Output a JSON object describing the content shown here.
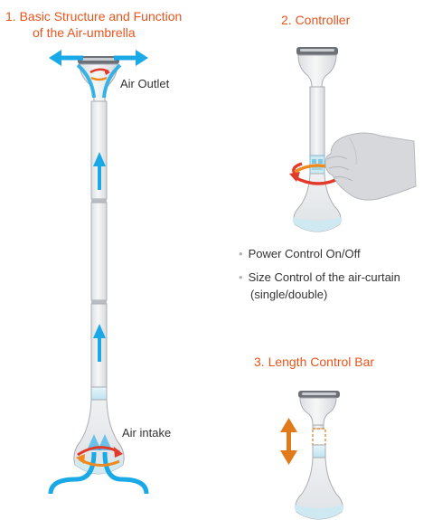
{
  "section1": {
    "title_line1": "1. Basic Structure and Function",
    "title_line2": "of the Air-umbrella",
    "air_outlet_label": "Air Outlet",
    "air_intake_label": "Air intake"
  },
  "section2": {
    "title": "2. Controller",
    "bullets": [
      {
        "text": "Power Control On/Off"
      },
      {
        "text": "Size Control of the air-curtain"
      },
      {
        "text": "(single/double)"
      }
    ]
  },
  "section3": {
    "title": "3. Length Control Bar"
  },
  "colors": {
    "heading": "#e8541e",
    "airflow_blue": "#19a9e6",
    "rotation_red": "#e23a2a",
    "rotation_orange": "#f08a1e",
    "umbrella_body": "#e9ebee",
    "umbrella_outline": "#a9adb3",
    "light_band": "#cfe9f2",
    "length_arrow": "#e07a1a"
  },
  "icons": [
    "hand-icon",
    "up-arrow-icon",
    "rotation-arrow-icon",
    "double-arrow-icon"
  ]
}
